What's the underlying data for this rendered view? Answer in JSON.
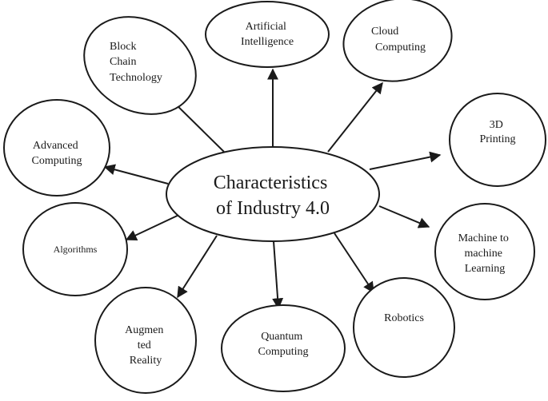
{
  "center": {
    "lines": [
      "Characteristics",
      "of Industry 4.0"
    ]
  },
  "nodes": [
    {
      "id": "block-chain",
      "lines": [
        "Block",
        "Chain",
        "Technology"
      ]
    },
    {
      "id": "ai",
      "lines": [
        "Artificial",
        "Intelligence"
      ]
    },
    {
      "id": "cloud",
      "lines": [
        "Cloud",
        "Computing"
      ]
    },
    {
      "id": "3d-printing",
      "lines": [
        "3D",
        "Printing"
      ]
    },
    {
      "id": "advanced-computing",
      "lines": [
        "Advanced",
        "Computing"
      ]
    },
    {
      "id": "algorithms",
      "lines": [
        "Algorithms"
      ]
    },
    {
      "id": "machine-learning",
      "lines": [
        "Machine to",
        "machine",
        "Learning"
      ]
    },
    {
      "id": "augmented-reality",
      "lines": [
        "Augmen",
        "ted",
        "Reality"
      ]
    },
    {
      "id": "quantum",
      "lines": [
        "Quantum",
        "Computing"
      ]
    },
    {
      "id": "robotics",
      "lines": [
        "Robotics"
      ]
    }
  ]
}
